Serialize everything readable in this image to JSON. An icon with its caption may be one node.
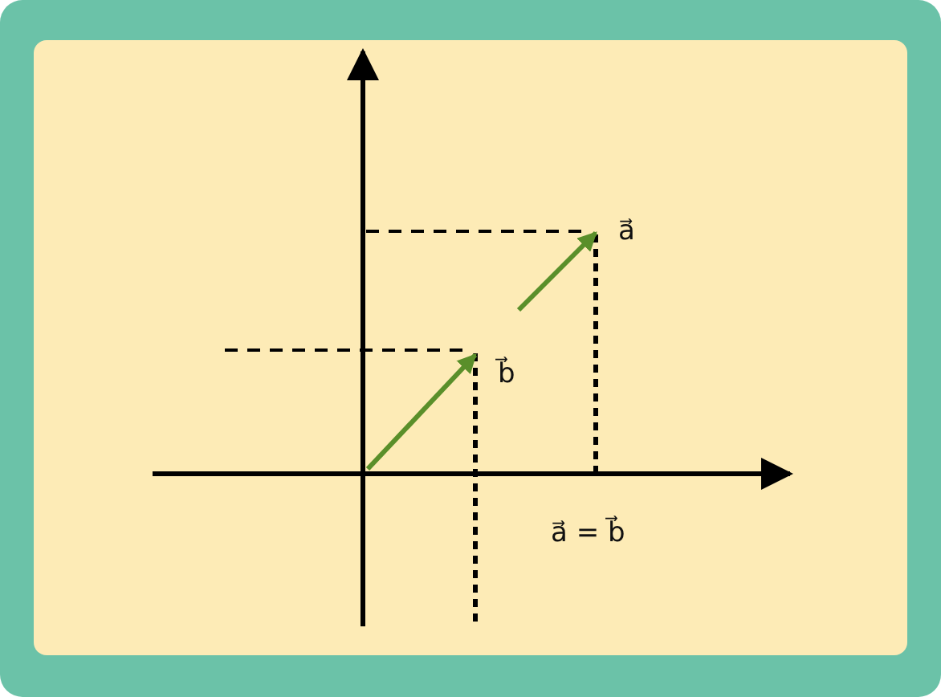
{
  "diagram": {
    "labels": [
      "a⃗",
      "b⃗",
      "a⃗ = b⃗"
    ]
  }
}
